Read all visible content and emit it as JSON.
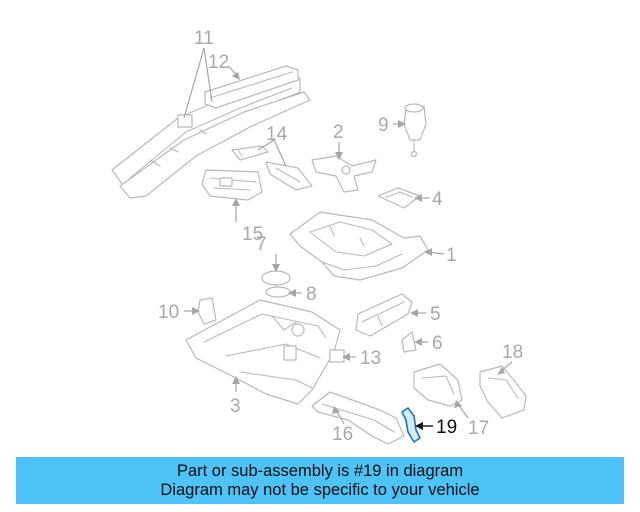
{
  "diagram": {
    "highlighted_callout": "19",
    "callouts": {
      "c1": "1",
      "c2": "2",
      "c3": "3",
      "c4": "4",
      "c5": "5",
      "c6": "6",
      "c7": "7",
      "c8": "8",
      "c9": "9",
      "c10": "10",
      "c11": "11",
      "c12": "12",
      "c13": "13",
      "c14": "14",
      "c15": "15",
      "c16": "16",
      "c17": "17",
      "c18": "18",
      "c19": "19"
    }
  },
  "banner": {
    "line1": "Part or sub-assembly is #19 in diagram",
    "line2": "Diagram may not be specific to your vehicle"
  },
  "colors": {
    "banner_bg": "#4dc3f7",
    "highlight_stroke": "#1b6fcf",
    "part_stroke": "#b9b9b9",
    "callout_text": "#a8a8a8"
  }
}
